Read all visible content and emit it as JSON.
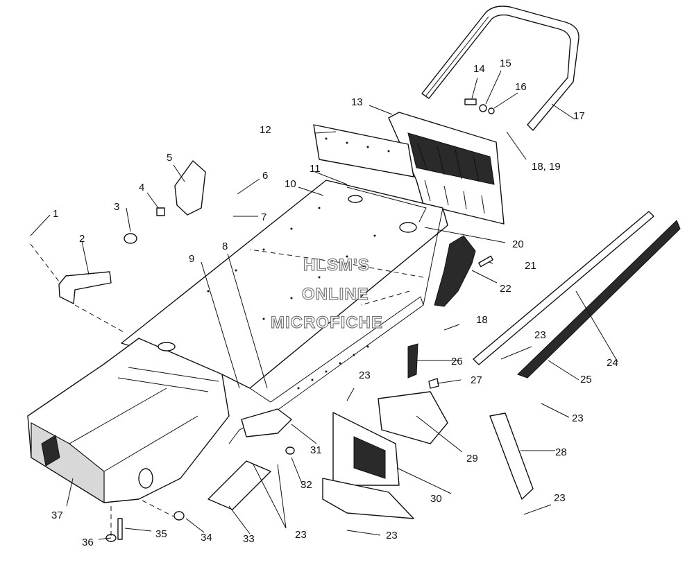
{
  "watermark": [
    "HLSM'S",
    "ONLINE",
    "MICROFICHE"
  ],
  "callouts": [
    "1",
    "2",
    "3",
    "4",
    "5",
    "6",
    "7",
    "8",
    "9",
    "10",
    "11",
    "12",
    "13",
    "14",
    "15",
    "16",
    "17",
    "18, 19",
    "20",
    "21",
    "22",
    "18",
    "23",
    "24",
    "25",
    "26",
    "27",
    "23",
    "28",
    "23",
    "29",
    "30",
    "31",
    "32",
    "23",
    "33",
    "23",
    "34",
    "35",
    "36",
    "37",
    "23"
  ]
}
